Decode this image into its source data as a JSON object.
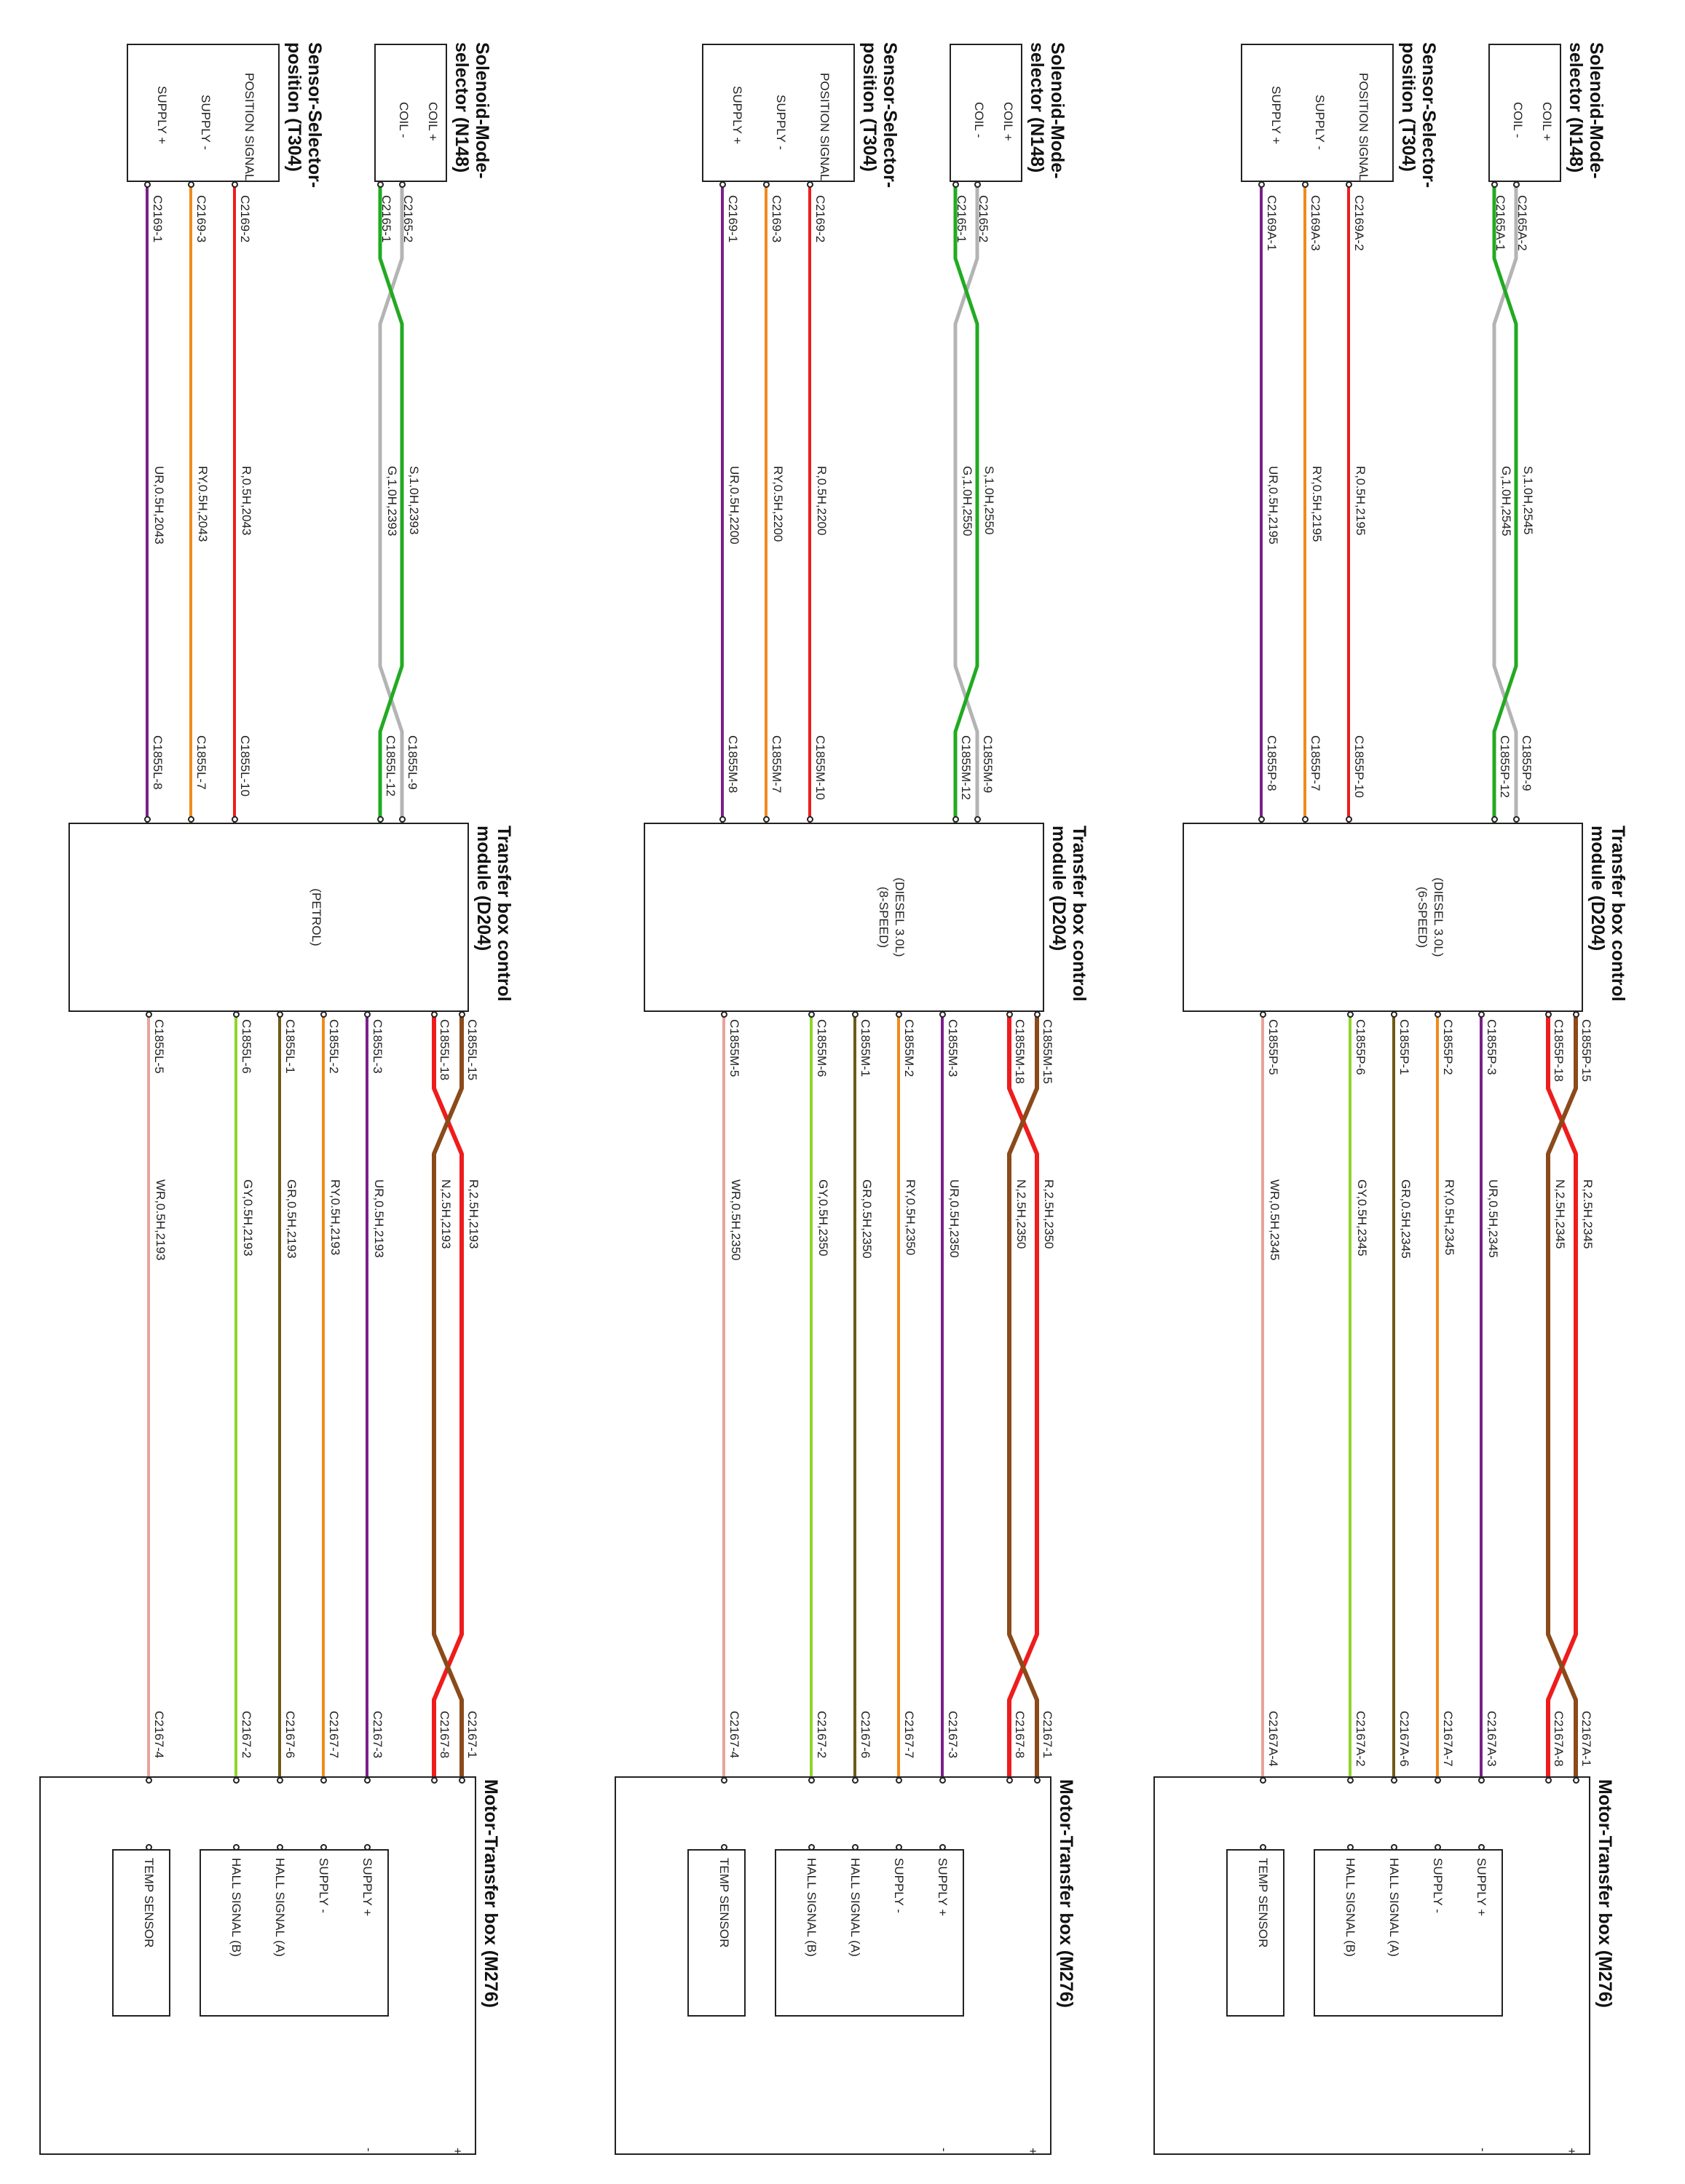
{
  "diagram": {
    "panels": [
      {
        "variant": "(PETROL)",
        "variant_lines": [
          "(PETROL)"
        ],
        "solenoid": {
          "title": [
            "Solenoid-Mode-",
            "selector (N148)"
          ],
          "pins": [
            "COIL +",
            "COIL -"
          ],
          "connectors": [
            "C2165-1",
            "C2165-2"
          ]
        },
        "sensor": {
          "title": [
            "Sensor-Selector-",
            "position (T304)"
          ],
          "pins": [
            "POSITION SIGNAL",
            "SUPPLY -",
            "SUPPLY +"
          ],
          "connectors": [
            "C2169-2",
            "C2169-3",
            "C2169-1"
          ]
        },
        "module": {
          "title": [
            "Transfer box control",
            "module (D204)"
          ]
        },
        "module_left_connectors": [
          "C1855L-12",
          "C1855L-9",
          "C1855L-10",
          "C1855L-7",
          "C1855L-8"
        ],
        "module_right_connectors": [
          "C1855L-15",
          "C1855L-18",
          "C1855L-3",
          "C1855L-2",
          "C1855L-1",
          "C1855L-6",
          "C1855L-5"
        ],
        "solenoid_wires": [
          "S,1.0H,2393",
          "G,1.0H,2393"
        ],
        "sensor_wires": [
          "R,0.5H,2043",
          "RY,0.5H,2043",
          "UR,0.5H,2043"
        ],
        "motor_wires": [
          "R,2.5H,2193",
          "N,2.5H,2193",
          "UR,0.5H,2193",
          "RY,0.5H,2193",
          "GR,0.5H,2193",
          "GY,0.5H,2193",
          "WR,0.5H,2193"
        ],
        "motor": {
          "title": "Motor-Transfer box (M276)",
          "connectors": [
            "C2167-1",
            "C2167-8",
            "C2167-3",
            "C2167-7",
            "C2167-6",
            "C2167-2",
            "C2167-4"
          ],
          "pins": [
            "SUPPLY +",
            "SUPPLY -",
            "HALL SIGNAL (A)",
            "HALL SIGNAL (B)",
            "TEMP SENSOR"
          ],
          "plus": "+",
          "minus": "-"
        }
      },
      {
        "variant": "(DIESEL 3.0L) (8-SPEED)",
        "variant_lines": [
          "(DIESEL 3.0L)",
          "(8-SPEED)"
        ],
        "solenoid": {
          "title": [
            "Solenoid-Mode-",
            "selector (N148)"
          ],
          "pins": [
            "COIL +",
            "COIL -"
          ],
          "connectors": [
            "C2165-1",
            "C2165-2"
          ]
        },
        "sensor": {
          "title": [
            "Sensor-Selector-",
            "position (T304)"
          ],
          "pins": [
            "POSITION SIGNAL",
            "SUPPLY -",
            "SUPPLY +"
          ],
          "connectors": [
            "C2169-2",
            "C2169-3",
            "C2169-1"
          ]
        },
        "module": {
          "title": [
            "Transfer box control",
            "module (D204)"
          ]
        },
        "module_left_connectors": [
          "C1855M-12",
          "C1855M-9",
          "C1855M-10",
          "C1855M-7",
          "C1855M-8"
        ],
        "module_right_connectors": [
          "C1855M-15",
          "C1855M-18",
          "C1855M-3",
          "C1855M-2",
          "C1855M-1",
          "C1855M-6",
          "C1855M-5"
        ],
        "solenoid_wires": [
          "S,1.0H,2550",
          "G,1.0H,2550"
        ],
        "sensor_wires": [
          "R,0.5H,2200",
          "RY,0.5H,2200",
          "UR,0.5H,2200"
        ],
        "motor_wires": [
          "R,2.5H,2350",
          "N,2.5H,2350",
          "UR,0.5H,2350",
          "RY,0.5H,2350",
          "GR,0.5H,2350",
          "GY,0.5H,2350",
          "WR,0.5H,2350"
        ],
        "motor": {
          "title": "Motor-Transfer box (M276)",
          "connectors": [
            "C2167-1",
            "C2167-8",
            "C2167-3",
            "C2167-7",
            "C2167-6",
            "C2167-2",
            "C2167-4"
          ],
          "pins": [
            "SUPPLY +",
            "SUPPLY -",
            "HALL SIGNAL (A)",
            "HALL SIGNAL (B)",
            "TEMP SENSOR"
          ],
          "plus": "+",
          "minus": "-"
        }
      },
      {
        "variant": "(DIESEL 3.0L) (6-SPEED)",
        "variant_lines": [
          "(DIESEL 3.0L)",
          "(6-SPEED)"
        ],
        "solenoid": {
          "title": [
            "Solenoid-Mode-",
            "selector (N148)"
          ],
          "pins": [
            "COIL +",
            "COIL -"
          ],
          "connectors": [
            "C2165A-1",
            "C2165A-2"
          ]
        },
        "sensor": {
          "title": [
            "Sensor-Selector-",
            "position (T304)"
          ],
          "pins": [
            "POSITION SIGNAL",
            "SUPPLY -",
            "SUPPLY +"
          ],
          "connectors": [
            "C2169A-2",
            "C2169A-3",
            "C2169A-1"
          ]
        },
        "module": {
          "title": [
            "Transfer box control",
            "module (D204)"
          ]
        },
        "module_left_connectors": [
          "C1855P-12",
          "C1855P-9",
          "C1855P-10",
          "C1855P-7",
          "C1855P-8"
        ],
        "module_right_connectors": [
          "C1855P-15",
          "C1855P-18",
          "C1855P-3",
          "C1855P-2",
          "C1855P-1",
          "C1855P-6",
          "C1855P-5"
        ],
        "solenoid_wires": [
          "S,1.0H,2545",
          "G,1.0H,2545"
        ],
        "sensor_wires": [
          "R,0.5H,2195",
          "RY,0.5H,2195",
          "UR,0.5H,2195"
        ],
        "motor_wires": [
          "R,2.5H,2345",
          "N,2.5H,2345",
          "UR,0.5H,2345",
          "RY,0.5H,2345",
          "GR,0.5H,2345",
          "GY,0.5H,2345",
          "WR,0.5H,2345"
        ],
        "motor": {
          "title": "Motor-Transfer box (M276)",
          "connectors": [
            "C2167A-1",
            "C2167A-8",
            "C2167A-3",
            "C2167A-7",
            "C2167A-6",
            "C2167A-2",
            "C2167A-4"
          ],
          "pins": [
            "SUPPLY +",
            "SUPPLY -",
            "HALL SIGNAL (A)",
            "HALL SIGNAL (B)",
            "TEMP SENSOR"
          ],
          "plus": "+",
          "minus": "-"
        }
      }
    ],
    "wire_colors": {
      "S": "#b4b4b4",
      "G": "#22aa22",
      "R": "#ee1c1c",
      "RY": "#f08a1c",
      "UR": "#7a1f8a",
      "N": "#8b4a1a",
      "GR": "#6e5a16",
      "GY": "#8fd42a",
      "WR": "#e8a39a"
    }
  }
}
